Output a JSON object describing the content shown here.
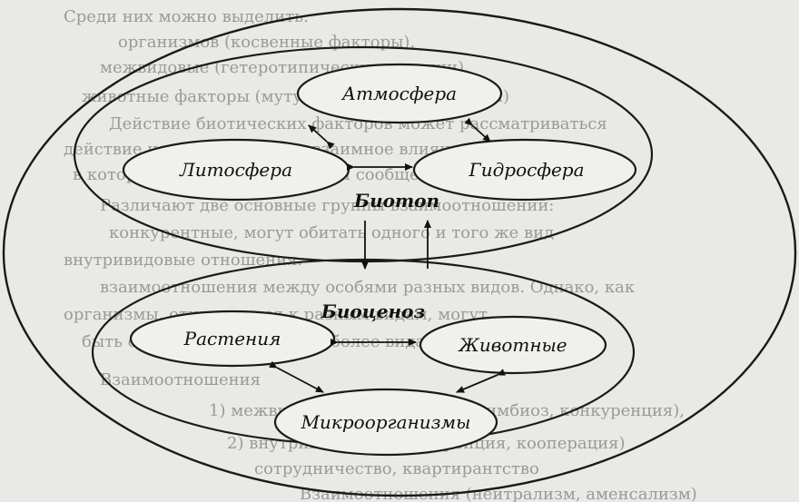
{
  "diagram": {
    "nodes": {
      "atmosphere": "Атмосфера",
      "lithosphere": "Литосфера",
      "hydrosphere": "Гидросфера",
      "biotope": "Биотоп",
      "biocenosis": "Биоценоз",
      "plants": "Растения",
      "animals": "Животные",
      "microorganisms": "Микроорганизмы"
    },
    "edges": [
      {
        "from": "atmosphere",
        "to": "lithosphere",
        "bidirectional": true
      },
      {
        "from": "atmosphere",
        "to": "hydrosphere",
        "bidirectional": true
      },
      {
        "from": "lithosphere",
        "to": "hydrosphere",
        "bidirectional": true
      },
      {
        "from": "biotope",
        "to": "biocenosis",
        "bidirectional": false
      },
      {
        "from": "biocenosis",
        "to": "biotope",
        "bidirectional": false
      },
      {
        "from": "plants",
        "to": "animals",
        "bidirectional": true
      },
      {
        "from": "plants",
        "to": "microorganisms",
        "bidirectional": true
      },
      {
        "from": "animals",
        "to": "microorganisms",
        "bidirectional": true
      }
    ]
  },
  "background_text": [
    "Среди них можно выделить:",
    "организмов (косвенные факторы),",
    "межвидовые (гетеротипические реакции)",
    "животные факторы (мутуалистические факторы)",
    "Действие биотических факторов может рассматриваться",
    "действие на организм и как взаимное влияние на эту среду",
    "в которой живут представители сообщества.",
    "Различают две основные группы взаимоотношений:",
    "конкурентные, могут обитать одного и того же вид",
    "внутривидовые отношения.",
    "взаимоотношения между особями разных видов. Однако, как",
    "организмы, относящиеся к разным видам, могут",
    "быть одновременно в двух и более видах",
    "Взаимоотношения",
    "1) межвидовые (хищничество, симбиоз, конкуренция),",
    "2) внутривидовые (конкуренция, кооперация)",
    "сотрудничество, квартирантство",
    "Взаимоотношения (нейтрализм, аменсализм)"
  ]
}
